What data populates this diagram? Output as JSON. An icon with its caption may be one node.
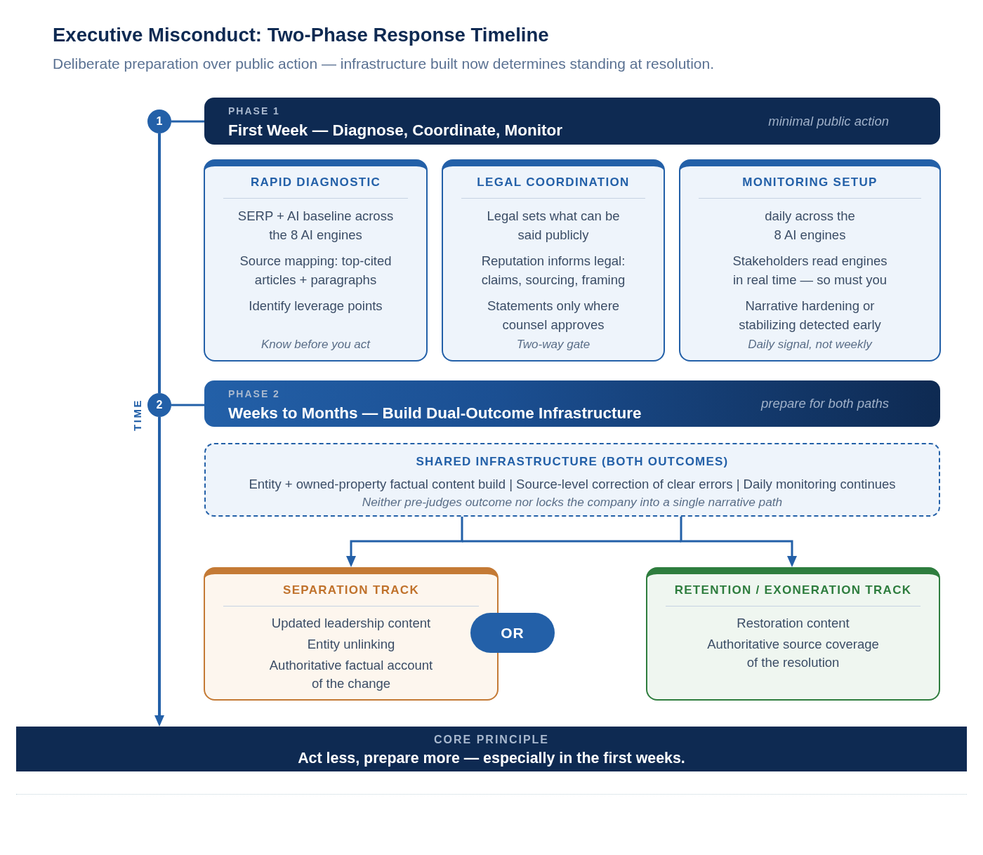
{
  "diagram": {
    "title": "Executive Misconduct: Two-Phase Response Timeline",
    "nodes": [
      {
        "text": [
          "1"
        ]
      },
      {
        "text": [
          "PHASE 1",
          "First Week — Diagnose, Coordinate, Monitor",
          "minimal public action"
        ]
      },
      {
        "text": [
          "RAPID DIAGNOSTIC",
          "SERP + AI baseline across the 8 AI engines",
          "Source mapping: top-cited articles + paragraphs",
          "Identify leverage points",
          "Know before you act"
        ]
      },
      {
        "text": [
          "LEGAL COORDINATION",
          "Legal sets what can be said publicly",
          "Reputation informs legal: claims, sourcing, framing",
          "Statements only where counsel approves",
          "Two-way gate"
        ]
      },
      {
        "text": [
          "MONITORING SETUP",
          "daily across the 8 AI engines",
          "Stakeholders read engines in real time — so must you",
          "Narrative hardening or stabilizing detected early",
          "Daily signal, not weekly"
        ]
      },
      {
        "text": [
          "2"
        ]
      },
      {
        "text": [
          "PHASE 2",
          "Weeks to Months — Build Dual-Outcome Infrastructure",
          "prepare for both paths"
        ]
      },
      {
        "text": [
          "SHARED INFRASTRUCTURE (BOTH OUTCOMES)",
          "Entity + owned-property factual content build | Source-level correction of clear errors | Daily monitoring continues",
          "Neither pre-judges outcome nor locks the company into a single narrative path"
        ]
      },
      {
        "text": [
          "SEPARATION TRACK",
          "Updated leadership content",
          "Entity unlinking",
          "Authoritative factual account of the change"
        ]
      },
      {
        "text": [
          "OR"
        ]
      },
      {
        "text": [
          "RETENTION / EXONERATION TRACK",
          "Restoration content",
          "Authoritative source coverage of the resolution"
        ]
      },
      {
        "text": [
          "CORE PRINCIPLE",
          "Act less, prepare more — especially in the first weeks."
        ]
      }
    ],
    "edges": [
      {
        "from": 0,
        "to": 1,
        "arrow": "none"
      },
      {
        "from": 5,
        "to": 6,
        "arrow": "none"
      },
      {
        "from": 7,
        "to": 8,
        "arrow": "to"
      },
      {
        "from": 7,
        "to": 10,
        "arrow": "to"
      },
      {
        "from": 0,
        "to": 5,
        "arrow": "none"
      },
      {
        "from": 5,
        "to": 11,
        "arrow": "to"
      }
    ],
    "labels": [
      "Deliberate preparation over public action — infrastructure built now determines standing at resolution.",
      "TIME"
    ]
  }
}
